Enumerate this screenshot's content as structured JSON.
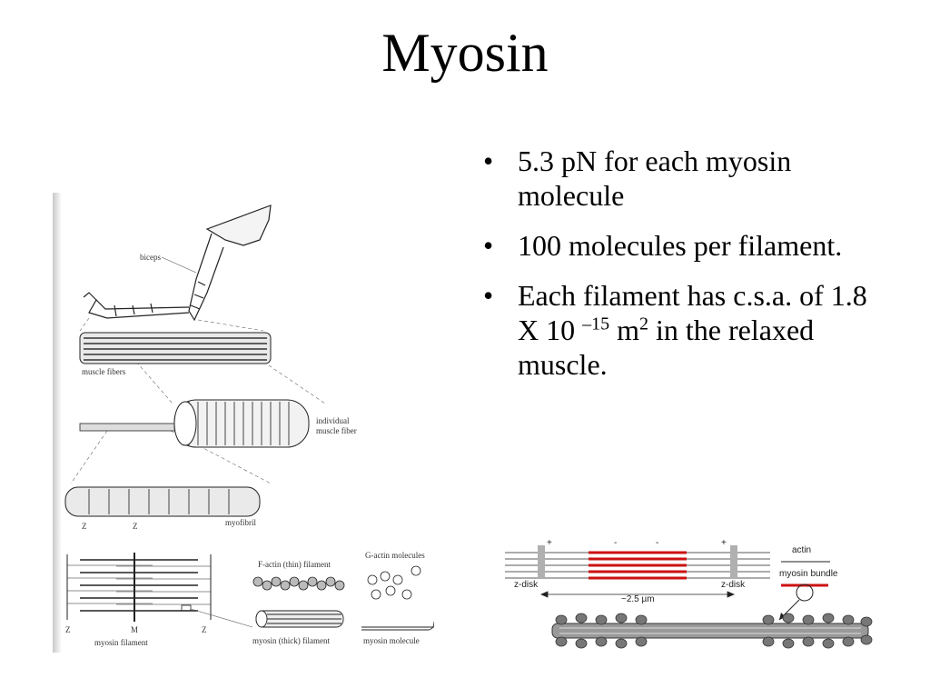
{
  "slide": {
    "title": "Myosin"
  },
  "bullets": [
    {
      "text": "5.3 pN for each myosin molecule"
    },
    {
      "text": "100 molecules per filament."
    },
    {
      "pre": "Each filament has c.s.a. of 1.8 X 10 ",
      "exp": "–15",
      "mid": " m",
      "exp2": "2",
      "post": " in the relaxed muscle."
    }
  ],
  "left_figure": {
    "labels": {
      "biceps": "biceps",
      "muscle_fibers": "muscle fibers",
      "fiber_1": "individual",
      "fiber_2": "muscle fiber",
      "myofibril": "myofibril",
      "z1": "Z",
      "z2": "Z",
      "f_actin": "F-actin (thin) filament",
      "g_actin": "G-actin molecules",
      "z3": "Z",
      "m": "M",
      "z4": "Z",
      "myosin_filament": "myosin filament",
      "myosin_thick": "myosin (thick) filament",
      "myosin_molecule": "myosin molecule"
    }
  },
  "right_figure": {
    "labels": {
      "plus1": "+",
      "minus1": "-",
      "minus2": "-",
      "plus2": "+",
      "actin": "actin",
      "myosin_bundle": "myosin bundle",
      "zdisk1": "z-disk",
      "length": "~2.5 µm",
      "zdisk2": "z-disk"
    },
    "colors": {
      "myosin": "#cc1111",
      "zdisk": "#b0b0b0"
    }
  }
}
